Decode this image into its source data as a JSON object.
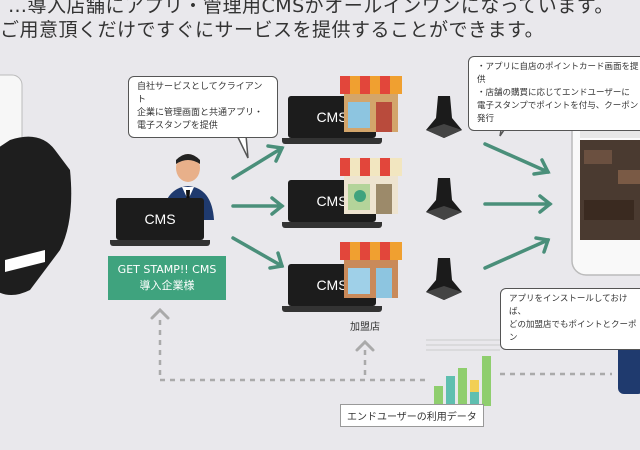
{
  "header": {
    "line1": "…導入店舗にアプリ・管理用CMSがオールインワンになっています。",
    "line2": "ご用意頂くだけですぐにサービスを提供することができます。"
  },
  "bubble_left": {
    "line1": "自社サービスとしてクライアント",
    "line2": "企業に管理画面と共通アプリ・",
    "line3": "電子スタンプを提供"
  },
  "bubble_right": {
    "line1": "・アプリに自店のポイントカード画面を提供",
    "line2": "・店舗の購買に応じてエンドユーザーに",
    "line3": "電子スタンプでポイントを付与、クーポン発行"
  },
  "bubble_bottom_right": {
    "line1": "アプリをインストールしておけば、",
    "line2": "どの加盟店でもポイントとクーポン"
  },
  "cms_label": "CMS",
  "provider_box": {
    "line1": "GET STAMP!! CMS",
    "line2": "導入企業様"
  },
  "store_label": "加盟店",
  "data_label": "エンドユーザーの利用データ",
  "colors": {
    "green": "#3fa37e",
    "arrow": "#4a8f7a",
    "awning_red": "#e2463b",
    "awning_orange": "#f0a030",
    "bar_green": "#8fce6e",
    "bar_yellow": "#f2cf55",
    "bar_teal": "#5fbfb0"
  }
}
